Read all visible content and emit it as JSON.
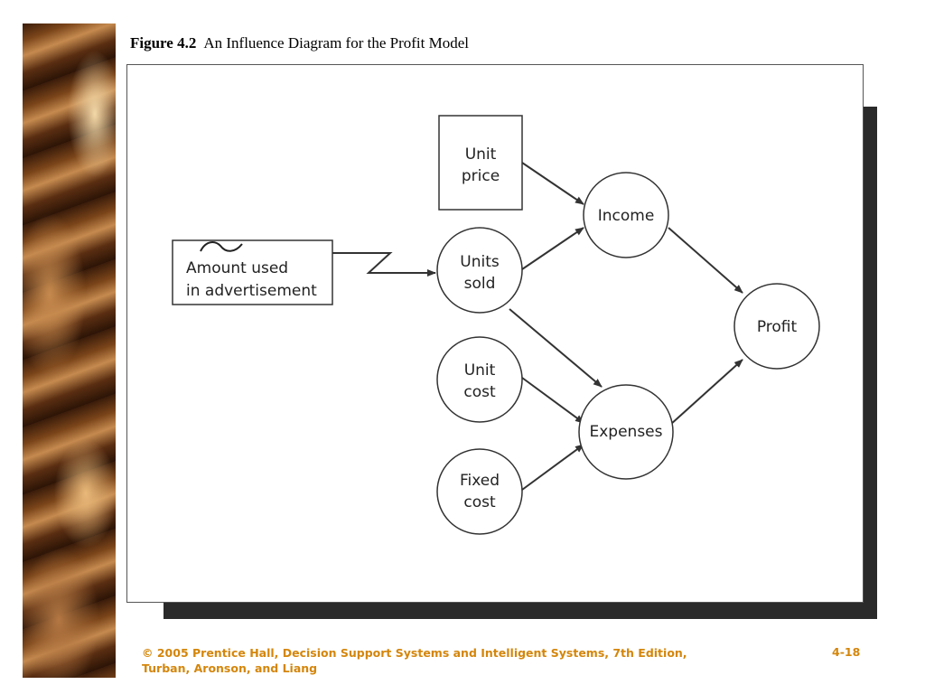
{
  "figure": {
    "label": "Figure 4.2",
    "title": "An Influence Diagram for the Profit Model"
  },
  "nodes": {
    "amount_line1": "Amount used",
    "amount_line2": "in advertisement",
    "unit_price_line1": "Unit",
    "unit_price_line2": "price",
    "units_sold_line1": "Units",
    "units_sold_line2": "sold",
    "unit_cost_line1": "Unit",
    "unit_cost_line2": "cost",
    "fixed_cost_line1": "Fixed",
    "fixed_cost_line2": "cost",
    "income": "Income",
    "expenses": "Expenses",
    "profit": "Profit"
  },
  "footer": {
    "line1": "© 2005  Prentice Hall, Decision Support Systems and Intelligent Systems, 7th Edition,",
    "line2": "Turban, Aronson, and Liang",
    "slide_number": "4-18"
  },
  "colors": {
    "footer_text": "#d4860b",
    "node_stroke": "#333333",
    "arrow": "#333333"
  }
}
